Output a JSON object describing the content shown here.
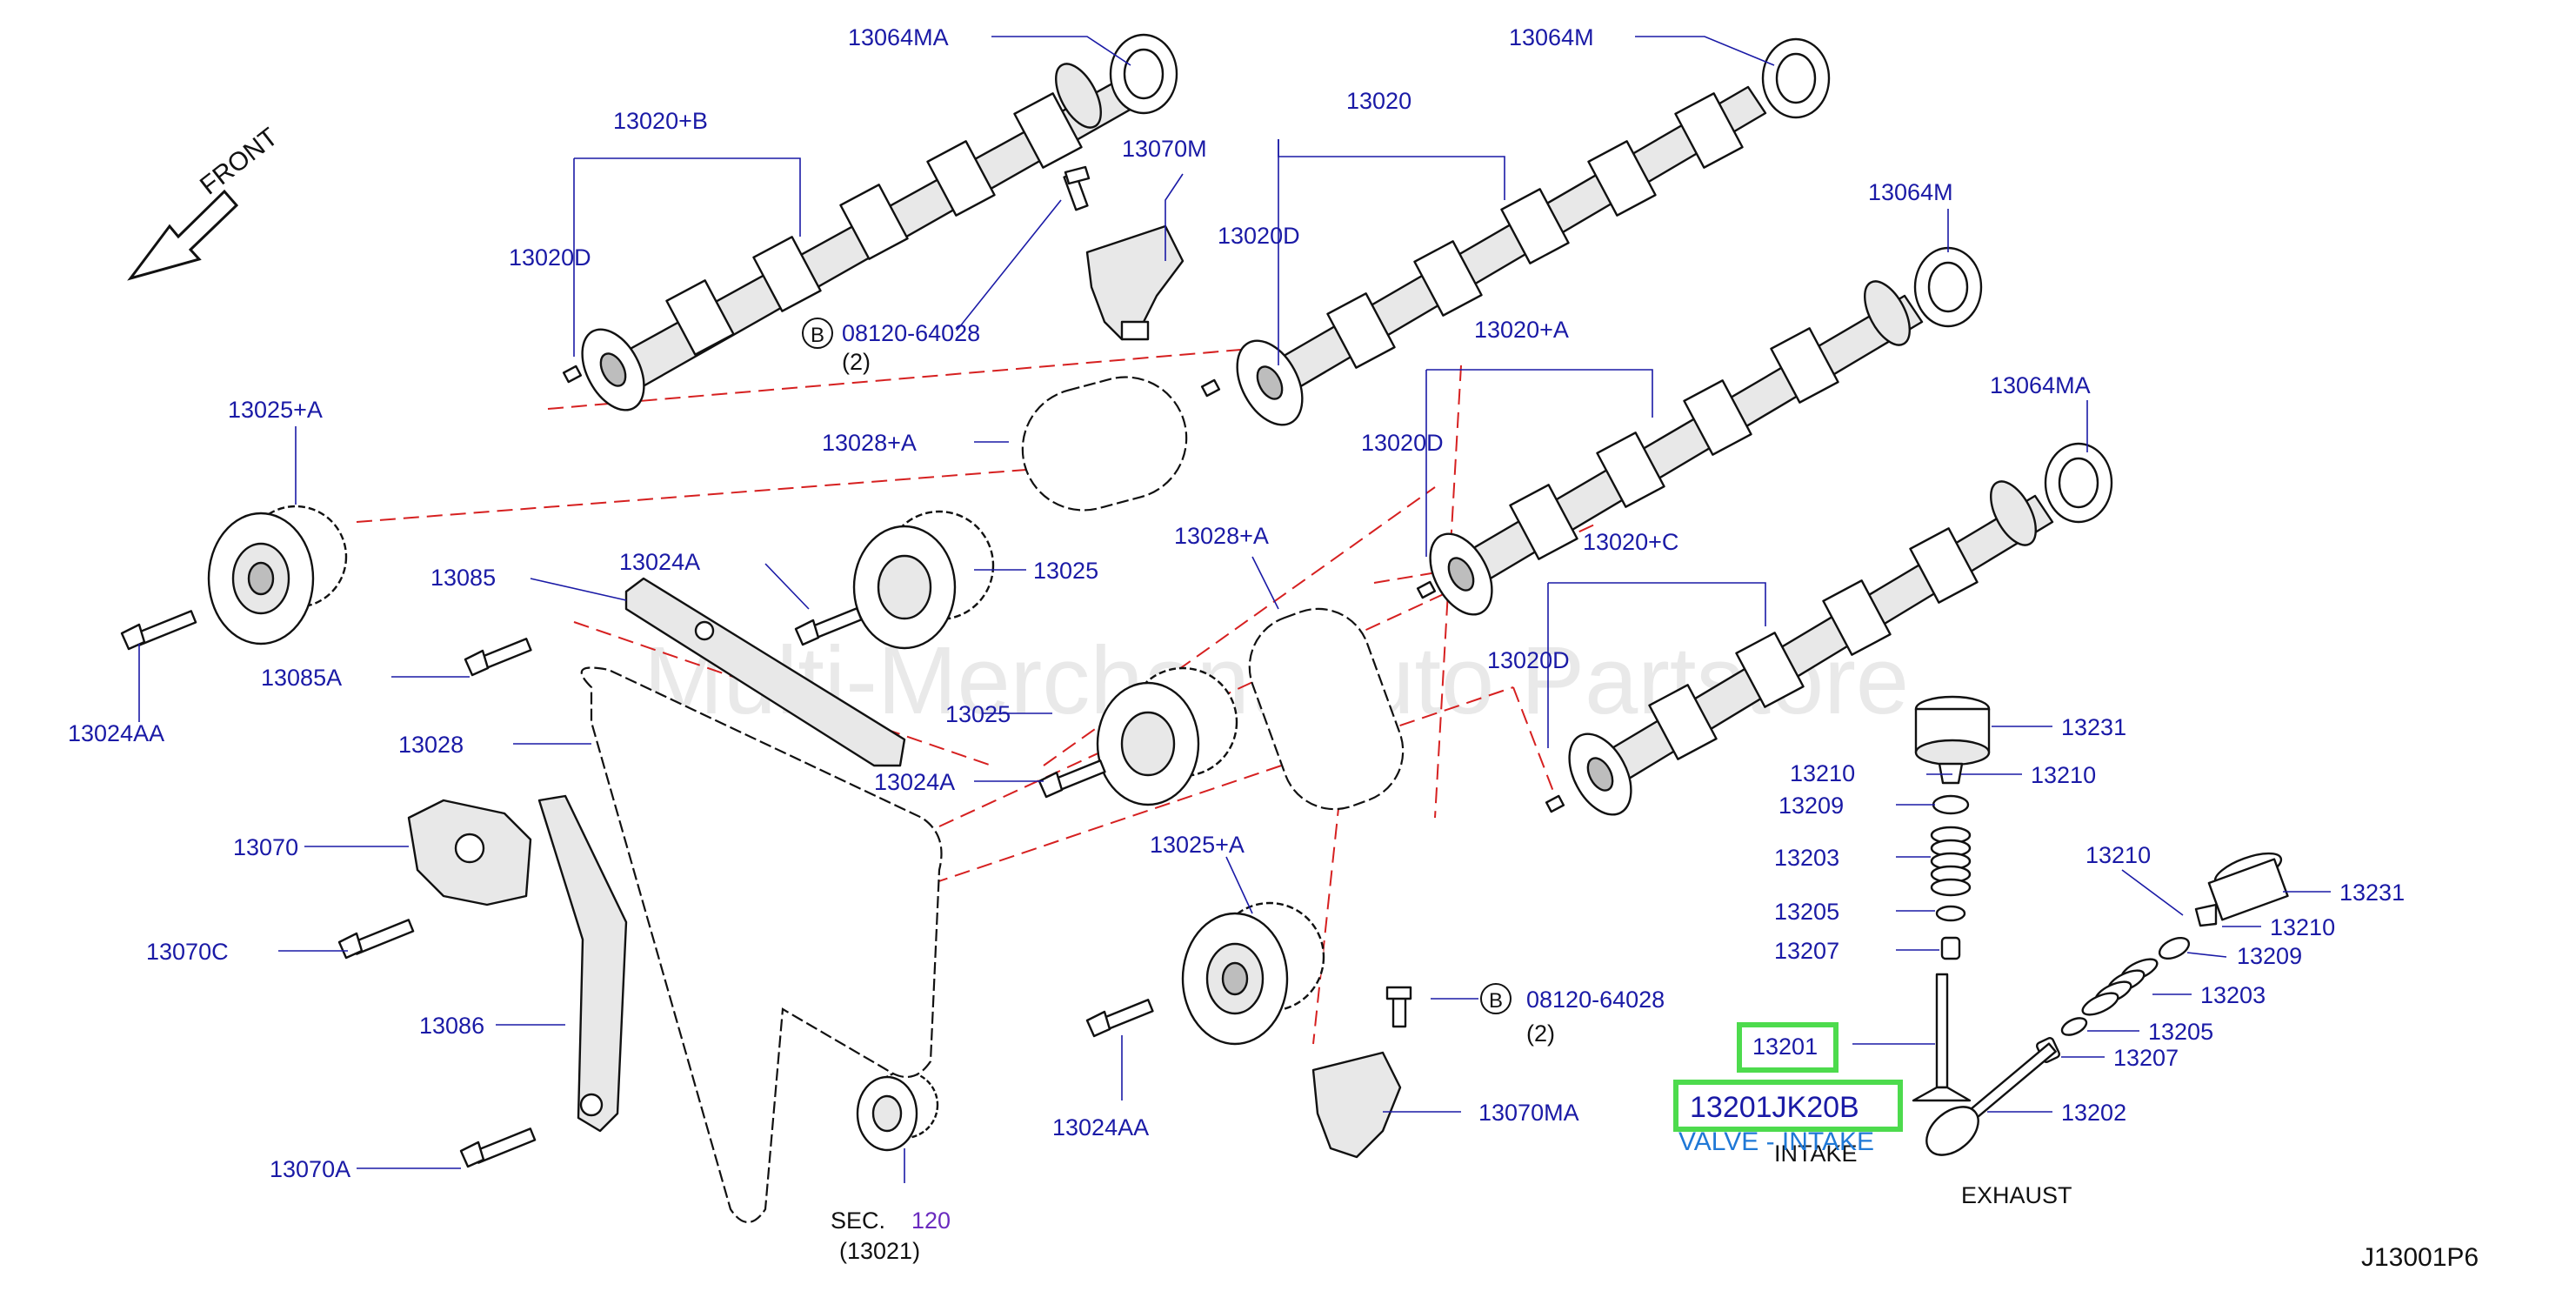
{
  "watermark": "Multi-Merchant Auto Partstore",
  "diagram_code": "J13001P6",
  "front_label": "FRONT",
  "labels": {
    "cam_b_seal": "13064MA",
    "cam_b": "13020+B",
    "cam_b_dowel": "13020D",
    "cam_main_seal": "13064M",
    "cam_main": "13020",
    "cam_main_dowel": "13020D",
    "solenoid_top": "13070M",
    "bolt_b_top": "08120-64028",
    "bolt_b_top_qty": "(2)",
    "cam_a_seal": "13064M",
    "cam_a": "13020+A",
    "cam_a_dowel": "13020D",
    "cam_c_seal": "13064MA",
    "cam_c": "13020+C",
    "cam_c_dowel": "13020D",
    "sprocket_a_left": "13025+A",
    "chain_top_left": "13028+A",
    "chain_top_right": "13028+A",
    "sprocket_mid": "13025",
    "sprocket_mid2": "13025",
    "guide": "13085",
    "guide_bolt": "13024A",
    "guide_bolt2": "13085A",
    "sprocket_bolt_left": "13024AA",
    "chain_main": "13028",
    "sprocket_bolt_mid": "13024A",
    "tensioner": "13070",
    "tensioner_bolt": "13070C",
    "slack_guide": "13086",
    "slack_bolt": "13070A",
    "crank_sec": "SEC.",
    "crank_sec_num": "120",
    "crank_part": "(13021)",
    "sprocket_a_lower": "13025+A",
    "sprocket_bolt_lower": "13024AA",
    "bolt_b_lower": "08120-64028",
    "bolt_b_lower_qty": "(2)",
    "solenoid_lower": "13070MA",
    "lifter_intake": "13231",
    "collet_intake_l": "13210",
    "collet_intake_r": "13210",
    "retainer_intake": "13209",
    "spring_intake": "13203",
    "seat_intake": "13205",
    "seal_intake": "13207",
    "valve_intake": "13201",
    "lifter_exhaust": "13231",
    "collet_exhaust_l": "13210",
    "collet_exhaust_r": "13210",
    "retainer_exhaust": "13209",
    "spring_exhaust": "13203",
    "seat_exhaust": "13205",
    "seal_exhaust": "13207",
    "valve_exhaust": "13202",
    "intake_caption": "INTAKE",
    "exhaust_caption": "EXHAUST"
  },
  "highlight": {
    "part_number": "13201JK20B",
    "part_name": "VALVE - INTAKE"
  },
  "colors": {
    "label": "#1a1aa6",
    "dashed_lines": "#d62020",
    "highlight_box": "#4ddb4d",
    "link_text": "#1f78d6"
  }
}
